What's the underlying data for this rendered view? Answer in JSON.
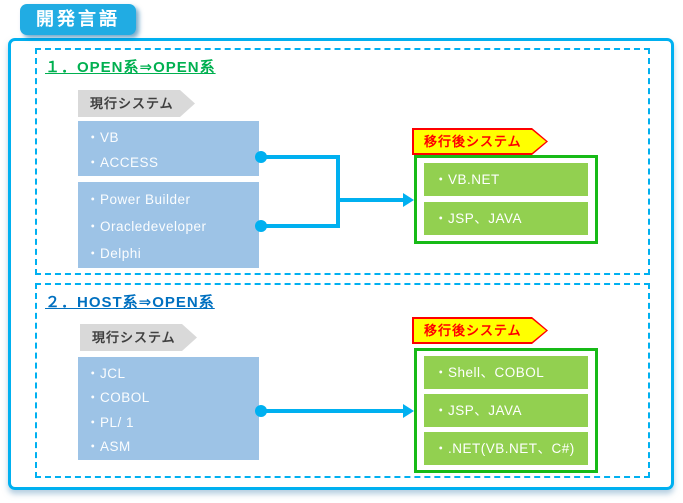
{
  "title_badge": "開発言語",
  "colors": {
    "accent_cyan": "#00B0F0",
    "badge_blue": "#21ACE3",
    "section1_heading_green": "#00B050",
    "section2_heading_blue": "#0070C0",
    "source_box_blue": "#9DC3E6",
    "label_gray_fill": "#D9D9D9",
    "label_gray_text": "#404040",
    "target_tag_yellow": "#FFFF00",
    "target_tag_red": "#FF0000",
    "target_border_green": "#17BA17",
    "target_box_green": "#92D050"
  },
  "sections": [
    {
      "heading": "１．OPEN系⇒OPEN系",
      "source_label": "現行システム",
      "target_label": "移行後システム",
      "source_groups": [
        {
          "items": [
            "・VB",
            "・ACCESS"
          ]
        },
        {
          "items": [
            "・Power Builder",
            "・Oracledeveloper",
            "・Delphi"
          ]
        }
      ],
      "targets": [
        "・VB.NET",
        "・JSP、JAVA"
      ]
    },
    {
      "heading": "２．HOST系⇒OPEN系",
      "source_label": "現行システム",
      "target_label": "移行後システム",
      "source_groups": [
        {
          "items": [
            "・JCL",
            "・COBOL",
            "・PL/ 1",
            "・ASM"
          ]
        }
      ],
      "targets": [
        "・Shell、COBOL",
        "・JSP、JAVA",
        "・.NET(VB.NET、C#)"
      ]
    }
  ]
}
